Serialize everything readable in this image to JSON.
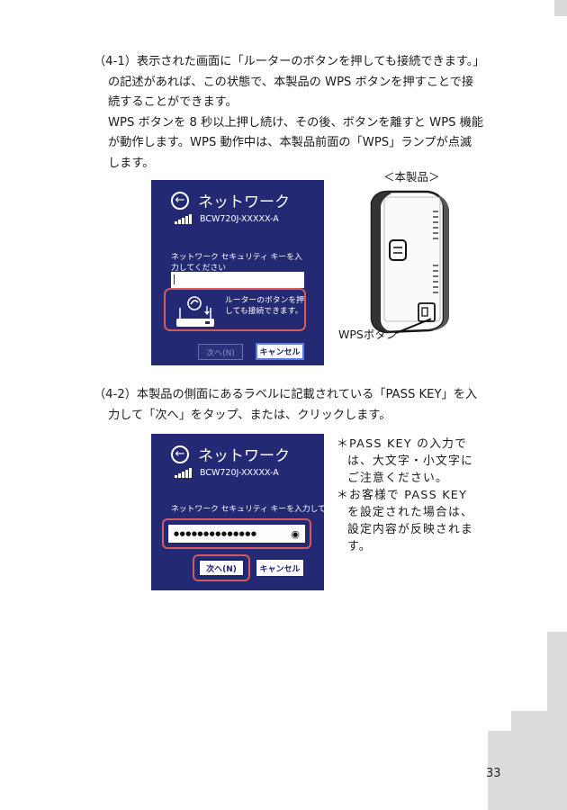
{
  "page": {
    "number": "33"
  },
  "step_4_1": {
    "line1": "（4-1）表示された画面に「ルーターのボタンを押しても接続できます。」",
    "line2": "の記述があれば、この状態で、本製品の WPS ボタンを押すことで接",
    "line3": "続することができます。",
    "line4": "WPS ボタンを 8 秒以上押し続け、その後、ボタンを離すと WPS 機能",
    "line5": "が動作します。WPS 動作中は、本製品前面の「WPS」ランプが点滅",
    "line6": "します。"
  },
  "product_figure": {
    "caption": "＜本製品＞",
    "wps_button_label": "WPSボタン"
  },
  "dialog_1": {
    "title": "ネットワーク",
    "network_name": "BCW720J-XXXXX-A",
    "key_prompt": "ネットワーク セキュリティ キーを入力してください",
    "router_message": "ルーターのボタンを押しても接続できます。",
    "next_label": "次へ(N)",
    "cancel_label": "キャンセル"
  },
  "step_4_2": {
    "line1": "（4-2）本製品の側面にあるラベルに記載されている「PASS KEY」を入",
    "line2": "力して「次へ」をタップ、または、クリックします。"
  },
  "dialog_2": {
    "title": "ネットワーク",
    "network_name": "BCW720J-XXXXX-A",
    "key_prompt": "ネットワーク セキュリティ キーを入力してください",
    "password_value": "●●●●●●●●●●●●●●",
    "next_label": "次へ(N)",
    "cancel_label": "キャンセル"
  },
  "notes": {
    "note1": "＊PASS KEY の入力では、大文字・小文字にご注意ください。",
    "note2": "＊お客様で PASS KEY を設定された場合は、設定内容が反映されます。"
  },
  "colors": {
    "dialog_bg": "#232a73",
    "highlight_red": "#d75a5a",
    "page_decoration_gray": "#dcdcdc"
  }
}
